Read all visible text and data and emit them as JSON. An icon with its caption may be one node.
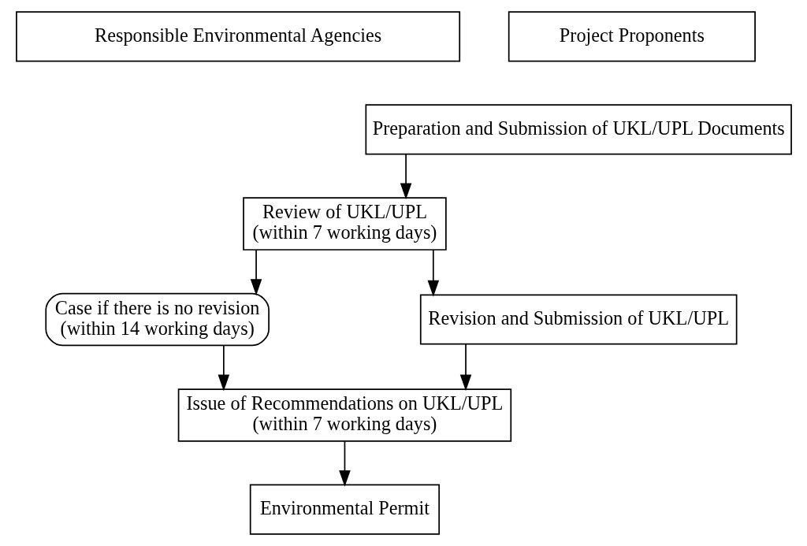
{
  "diagram": {
    "nodes": [
      {
        "text": [
          "Responsible Environmental Agencies"
        ]
      },
      {
        "text": [
          "Project Proponents"
        ]
      },
      {
        "text": [
          "Preparation and Submission of UKL/UPL Documents"
        ]
      },
      {
        "text": [
          "Review of UKL/UPL",
          "(within 7 working days)"
        ]
      },
      {
        "text": [
          "Case if there is no revision",
          "(within 14 working days)"
        ]
      },
      {
        "text": [
          "Revision and Submission of UKL/UPL"
        ]
      },
      {
        "text": [
          "Issue of Recommendations on UKL/UPL",
          "(within 7 working days)"
        ]
      },
      {
        "text": [
          "Environmental Permit"
        ]
      }
    ],
    "edges": [
      {
        "from": 2,
        "to": 3,
        "arrow": "to"
      },
      {
        "from": 3,
        "to": 4,
        "arrow": "to"
      },
      {
        "from": 3,
        "to": 5,
        "arrow": "to"
      },
      {
        "from": 5,
        "to": 6,
        "arrow": "to"
      },
      {
        "from": 4,
        "to": 6,
        "arrow": "to"
      },
      {
        "from": 6,
        "to": 7,
        "arrow": "to"
      }
    ]
  }
}
